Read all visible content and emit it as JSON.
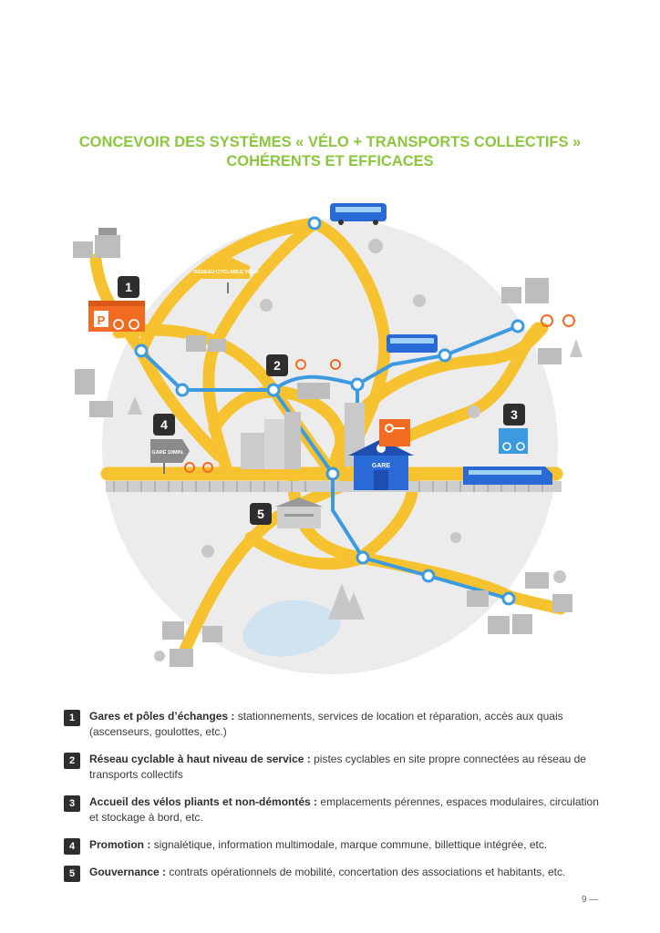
{
  "title": {
    "line1": "CONCEVOIR DES SYSTÈMES « VÉLO + TRANSPORTS COLLECTIFS »",
    "line2": "COHÉRENTS ET EFFICACES"
  },
  "map": {
    "markers": [
      "1",
      "2",
      "3",
      "4",
      "5"
    ],
    "sign_network": "RÉSEAU CYCLABLE VÉLO",
    "sign_gare": "GARE 10MIN.",
    "station_label": "GARE",
    "parking_letter": "P",
    "colors": {
      "bike_path": "#f7c22f",
      "transit_line": "#3c9be0",
      "accent": "#f26b22",
      "green": "#8cc63f",
      "lake": "#cfe3f0"
    }
  },
  "legend": [
    {
      "num": "1",
      "term": "Gares et pôles d’échanges :",
      "text": " stationnements, services de location et réparation, accès aux quais (ascenseurs, goulottes, etc.)"
    },
    {
      "num": "2",
      "term": "Réseau cyclable à haut niveau de service :",
      "text": " pistes cyclables en site propre connectées au réseau de transports collectifs"
    },
    {
      "num": "3",
      "term": "Accueil des vélos pliants et non-démontés :",
      "text": " emplacements pérennes, espaces modulaires, circulation et stockage à bord, etc."
    },
    {
      "num": "4",
      "term": "Promotion :",
      "text": " signalétique, information multimodale, marque commune, billettique intégrée, etc."
    },
    {
      "num": "5",
      "term": "Gouvernance :",
      "text": " contrats opérationnels de mobilité, concertation des associations et habitants, etc."
    }
  ],
  "page_number": "9 —"
}
